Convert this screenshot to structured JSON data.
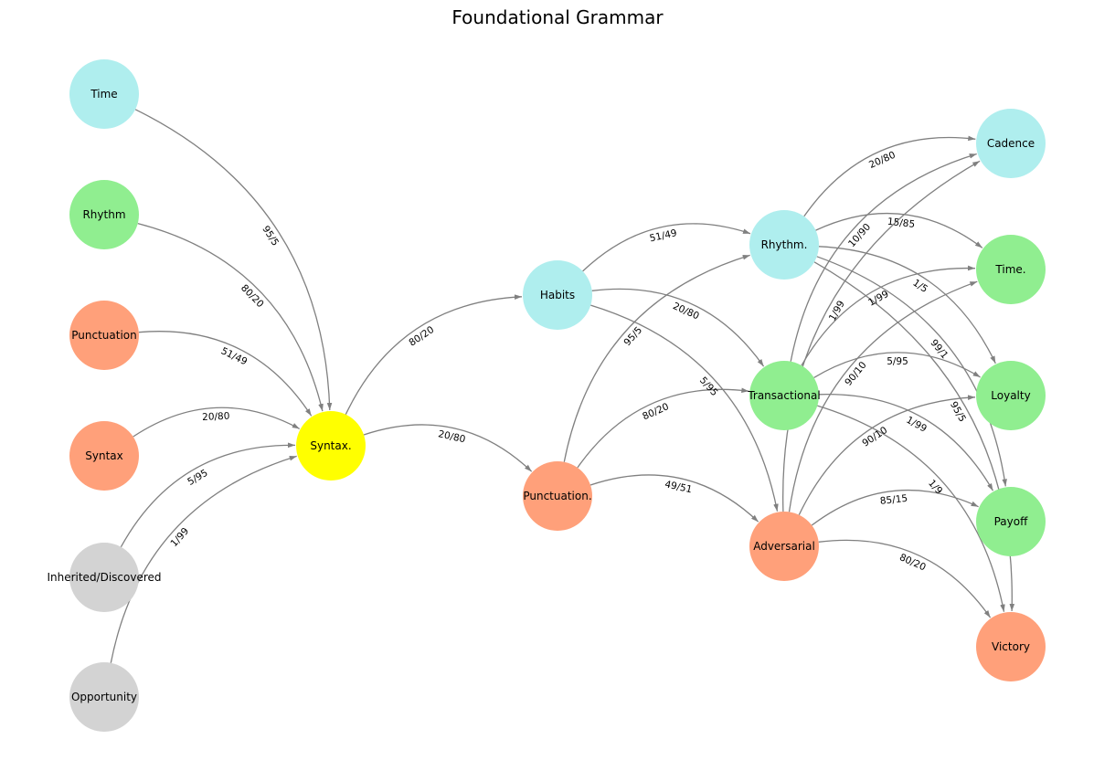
{
  "title": "Foundational Grammar",
  "colors": {
    "cyan": "#afeeee",
    "green": "#90ee90",
    "salmon": "#ffa07a",
    "gray": "#d3d3d3",
    "yellow": "#ffff00",
    "edge": "#808080"
  },
  "nodes": [
    {
      "id": "time",
      "label": "Time",
      "color": "cyan"
    },
    {
      "id": "rhythm",
      "label": "Rhythm",
      "color": "green"
    },
    {
      "id": "punctuation",
      "label": "Punctuation",
      "color": "salmon"
    },
    {
      "id": "syntax",
      "label": "Syntax",
      "color": "salmon"
    },
    {
      "id": "inherited",
      "label": "Inherited/Discovered",
      "color": "gray"
    },
    {
      "id": "opportunity",
      "label": "Opportunity",
      "color": "gray"
    },
    {
      "id": "syntax2",
      "label": "Syntax.",
      "color": "yellow"
    },
    {
      "id": "habits",
      "label": "Habits",
      "color": "cyan"
    },
    {
      "id": "punctuation2",
      "label": "Punctuation.",
      "color": "salmon"
    },
    {
      "id": "rhythm2",
      "label": "Rhythm.",
      "color": "cyan"
    },
    {
      "id": "transactional",
      "label": "Transactional",
      "color": "green"
    },
    {
      "id": "adversarial",
      "label": "Adversarial",
      "color": "salmon"
    },
    {
      "id": "cadence",
      "label": "Cadence",
      "color": "cyan"
    },
    {
      "id": "time2",
      "label": "Time.",
      "color": "green"
    },
    {
      "id": "loyalty",
      "label": "Loyalty",
      "color": "green"
    },
    {
      "id": "payoff",
      "label": "Payoff",
      "color": "green"
    },
    {
      "id": "victory",
      "label": "Victory",
      "color": "salmon"
    }
  ],
  "edges": [
    {
      "from": "time",
      "to": "syntax2",
      "label": "95/5"
    },
    {
      "from": "rhythm",
      "to": "syntax2",
      "label": "80/20"
    },
    {
      "from": "punctuation",
      "to": "syntax2",
      "label": "51/49"
    },
    {
      "from": "syntax",
      "to": "syntax2",
      "label": "20/80"
    },
    {
      "from": "inherited",
      "to": "syntax2",
      "label": "5/95"
    },
    {
      "from": "opportunity",
      "to": "syntax2",
      "label": "1/99"
    },
    {
      "from": "syntax2",
      "to": "habits",
      "label": "80/20"
    },
    {
      "from": "syntax2",
      "to": "punctuation2",
      "label": "20/80"
    },
    {
      "from": "habits",
      "to": "rhythm2",
      "label": "51/49"
    },
    {
      "from": "habits",
      "to": "transactional",
      "label": "20/80"
    },
    {
      "from": "habits",
      "to": "adversarial",
      "label": "5/95"
    },
    {
      "from": "punctuation2",
      "to": "rhythm2",
      "label": "95/5"
    },
    {
      "from": "punctuation2",
      "to": "transactional",
      "label": "80/20"
    },
    {
      "from": "punctuation2",
      "to": "adversarial",
      "label": "49/51"
    },
    {
      "from": "rhythm2",
      "to": "cadence",
      "label": "20/80"
    },
    {
      "from": "rhythm2",
      "to": "time2",
      "label": "15/85"
    },
    {
      "from": "rhythm2",
      "to": "loyalty",
      "label": "1/5"
    },
    {
      "from": "rhythm2",
      "to": "payoff",
      "label": "99/1"
    },
    {
      "from": "rhythm2",
      "to": "victory",
      "label": "95/5"
    },
    {
      "from": "transactional",
      "to": "cadence",
      "label": "10/90"
    },
    {
      "from": "transactional",
      "to": "time2",
      "label": "1/99"
    },
    {
      "from": "transactional",
      "to": "loyalty",
      "label": "5/95"
    },
    {
      "from": "transactional",
      "to": "payoff",
      "label": "1/99"
    },
    {
      "from": "transactional",
      "to": "victory",
      "label": "1/9"
    },
    {
      "from": "adversarial",
      "to": "cadence",
      "label": "1/99"
    },
    {
      "from": "adversarial",
      "to": "time2",
      "label": "90/10"
    },
    {
      "from": "adversarial",
      "to": "loyalty",
      "label": "90/10"
    },
    {
      "from": "adversarial",
      "to": "payoff",
      "label": "85/15"
    },
    {
      "from": "adversarial",
      "to": "victory",
      "label": "80/20"
    }
  ]
}
